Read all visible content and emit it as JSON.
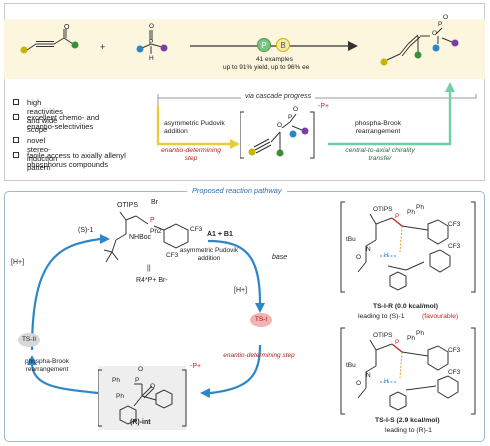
{
  "top": {
    "reagent_plus": "+",
    "catalyst_p": "P",
    "catalyst_b": "B",
    "examples": "41 examples",
    "yield_ee": "up to 91% yield, up to 96% ee",
    "reagent_atoms": {
      "o": "O",
      "p": "P",
      "h": "H"
    },
    "product_atoms": {
      "o": "O",
      "p": "P",
      "o2": "O"
    },
    "features": [
      "high reactivities and wide scope",
      "excellent  chemo- and enantio-selectivities",
      "novel stereo-induction pattern",
      "facile access to axially allenyl phosphorus compounds"
    ],
    "via_label": "via cascade progress",
    "step1_label": "asymmetric Pudovik addition",
    "step1_note": "enantio-determining step",
    "step2_label": "phospha-Brook rearrangement",
    "step2_note": "central-to-axial chirality transfer",
    "intermediate_charge": "-P+",
    "intermediate_atoms": {
      "o": "O",
      "p": "P",
      "o2": "O"
    }
  },
  "bottom": {
    "title": "Proposed reaction pathway",
    "catalyst": {
      "otips": "OTIPS",
      "nhboc": "NHBoc",
      "br": "Br",
      "ph2": "Ph2",
      "p": "P",
      "cf3a": "CF3",
      "cf3b": "CF3",
      "equiv": "||",
      "formula": "R4*P+ Br-"
    },
    "s1_label": "(S)-1",
    "h_plus_left": "[H+]",
    "ts2_label": "TS-II",
    "a1b1": "A1 + B1",
    "asym_pudovik": "asymmetric Pudovik addition",
    "base_label": "base",
    "h_plus_right": "[H+]",
    "ts1_label": "TS-I",
    "enantio_step": "enantio-determining step",
    "int_charge": "-P+",
    "int_label": "(R)-int",
    "int_atoms": {
      "ph": "Ph",
      "p": "P",
      "ph2": "Ph",
      "o": "O",
      "o2": "O"
    },
    "phospha_label": "phospha-Brook rearrangement",
    "ts_ir": {
      "otips": "OTIPS",
      "tbu": "tBu",
      "n": "N",
      "o": "O",
      "h": "H",
      "ph": "Ph",
      "ph2": "Ph",
      "p": "P",
      "cf3a": "CF3",
      "cf3b": "CF3",
      "ts_name": "TS-I-R (0.0 kcal/mol)",
      "leading": "leading to (S)-1",
      "favourable": "(favourable)"
    },
    "ts_is": {
      "otips": "OTIPS",
      "tbu": "tBu",
      "n": "N",
      "o": "O",
      "h": "H",
      "ph": "Ph",
      "ph2": "Ph",
      "p": "P",
      "cf3a": "CF3",
      "cf3b": "CF3",
      "ts_name": "TS-I-S (2.9 kcal/mol)",
      "leading": "leading to (R)-1"
    }
  },
  "colors": {
    "yellow": "#c9b400",
    "green": "#3a8f3a",
    "purple": "#7a3fa0",
    "blue": "#2d86c8",
    "teal_arrow": "#59c7a0",
    "red": "#cc2222",
    "orange": "#e39a2d",
    "gray": "#999999"
  }
}
